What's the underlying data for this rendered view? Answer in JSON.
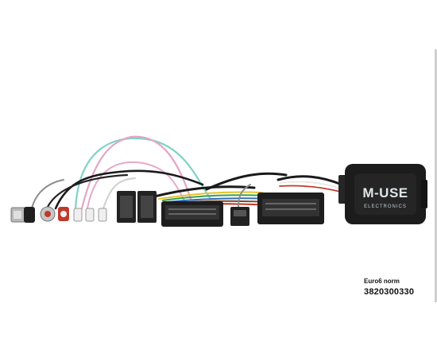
{
  "product": {
    "brand_logo_text": "M-USE",
    "brand_logo_subtext": "ELECTRONICS",
    "norm_label": "Euro6 norm",
    "part_number": "3820300330"
  },
  "colors": {
    "background": "#ffffff",
    "module_body": "#1c1c1c",
    "logo_text": "#dfe6ea",
    "wire_cyan": "#7fd3c8",
    "wire_pink": "#e3a6c4",
    "wire_black": "#1a1a1a",
    "wire_gray": "#8c8c8c",
    "wire_red": "#c0392b",
    "wire_yellow": "#e7c22a",
    "wire_green": "#3aa14a",
    "wire_blue": "#2f6fbf",
    "wire_brown": "#7b4a2b",
    "wire_white": "#e9e9e9"
  }
}
